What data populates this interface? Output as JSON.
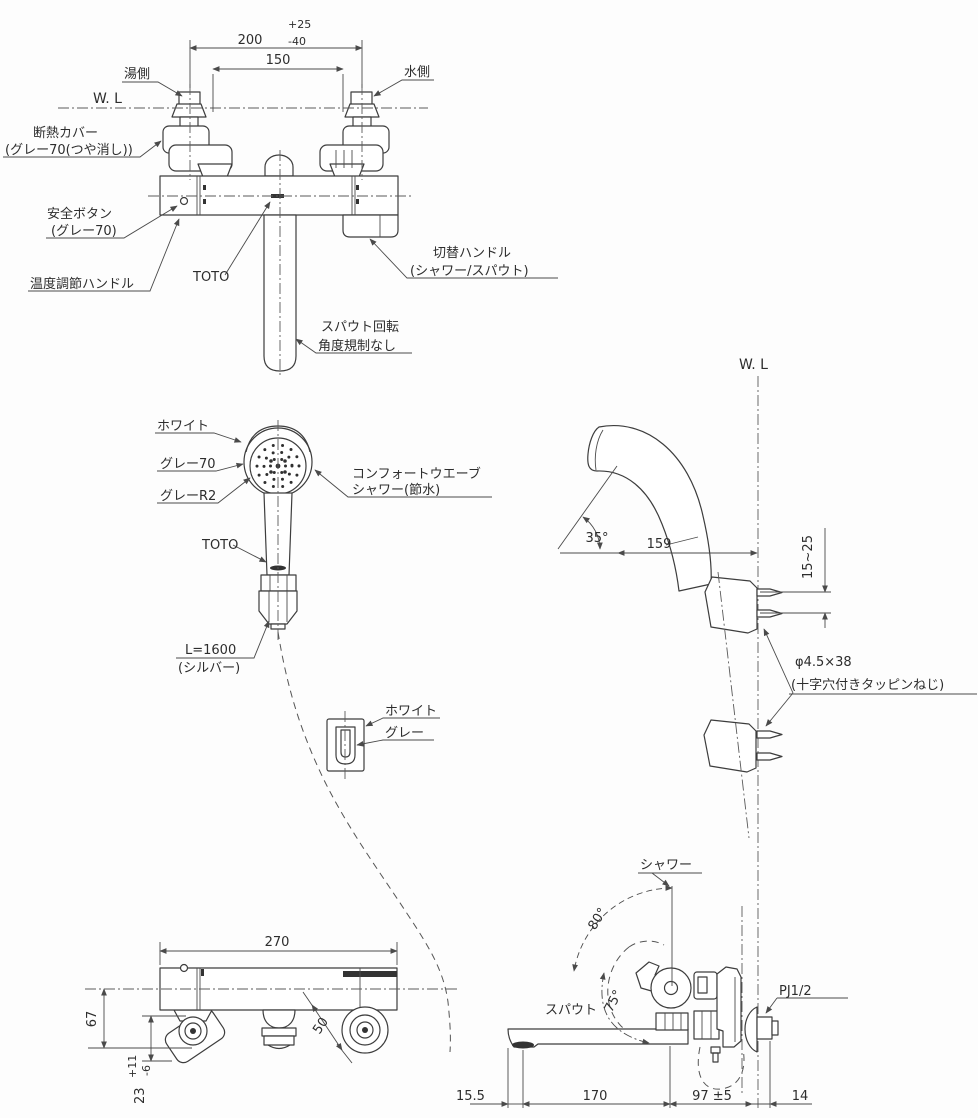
{
  "front_view": {
    "wl": "W. L",
    "dim_pitch": {
      "value": "200",
      "tol_plus": "+25",
      "tol_minus": "-40"
    },
    "dim_body_pitch": "150",
    "hot_label": "湯側",
    "cold_label": "水側",
    "insulation_label_1": "断熱カバー",
    "insulation_label_2": "(グレー70(つや消し))",
    "safety_label_1": "安全ボタン",
    "safety_label_2": "(グレー70)",
    "temp_handle_label": "温度調節ハンドル",
    "brand": "TOTO",
    "switch_label_1": "切替ハンドル",
    "switch_label_2": "(シャワー/スパウト)",
    "spout_note_1": "スパウト回転",
    "spout_note_2": "角度規制なし"
  },
  "shower_front": {
    "white_label": "ホワイト",
    "gray70_label": "グレー70",
    "grayR2_label": "グレーR2",
    "brand": "TOTO",
    "comfort_label_1": "コンフォートウエーブ",
    "comfort_label_2": "シャワー(節水)",
    "hose_length": "L=1600",
    "hose_color": "(シルバー)"
  },
  "hanger": {
    "white_label": "ホワイト",
    "gray_label": "グレー"
  },
  "shower_side": {
    "wl": "W. L",
    "angle": "35°",
    "dim_reach": "159",
    "dim_screw_pitch": "15~25",
    "screw_label_1": "φ4.5×38",
    "screw_label_2": "(十字穴付きタッピンねじ)"
  },
  "top_view": {
    "dim_width": "270",
    "dim_depth": "67",
    "dim_offset": "50",
    "dim_leg": {
      "value": "23",
      "tol_plus": "+11",
      "tol_minus": "-6"
    }
  },
  "side_view": {
    "shower_label": "シャワー",
    "angle_up": "80°",
    "angle_down": "75°",
    "spout_label": "スパウト",
    "thread_label": "PJ1/2",
    "dim_tip": "15.5",
    "dim_spout": "170",
    "dim_body": "97 ±5",
    "dim_wall": "14"
  }
}
